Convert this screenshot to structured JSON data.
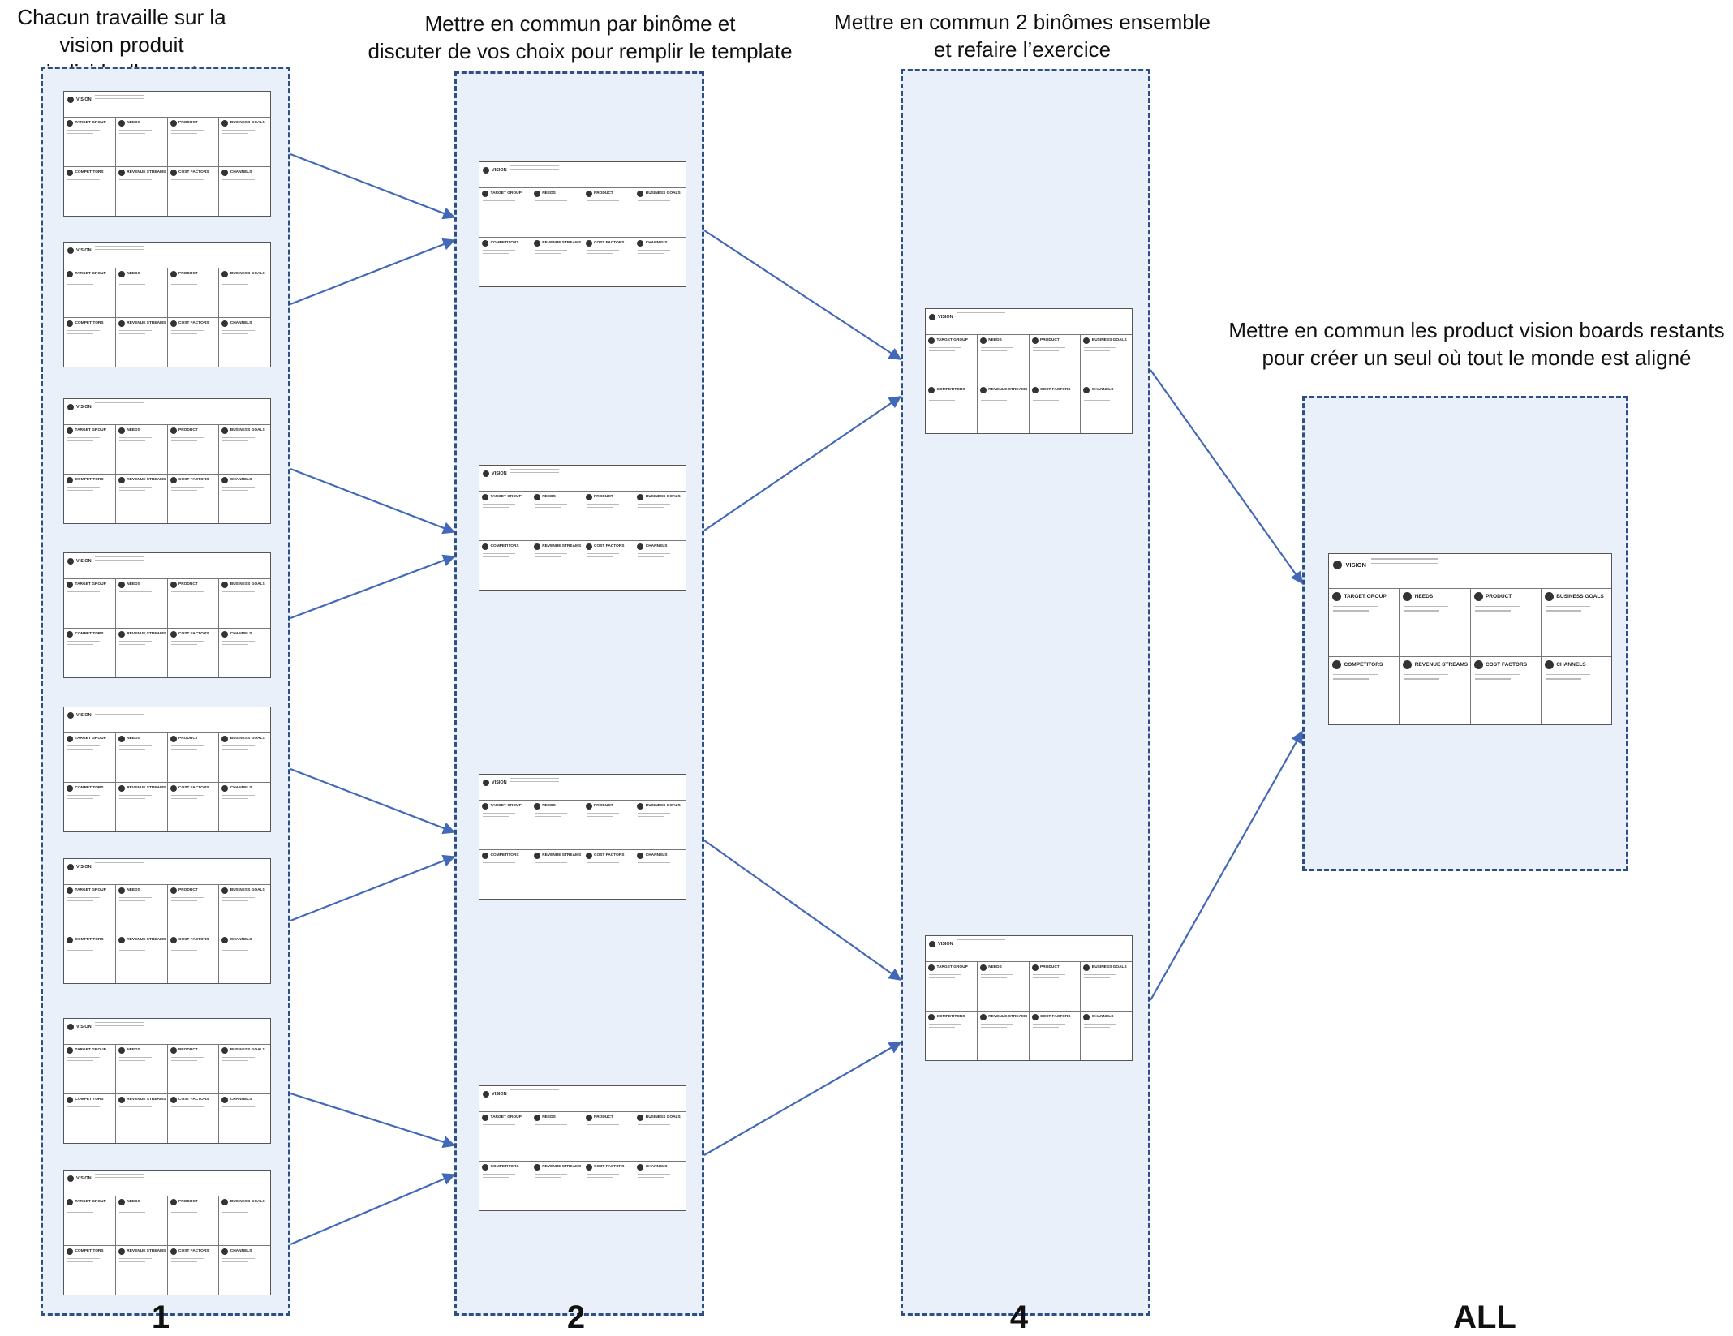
{
  "headings": {
    "col1": "Chacun travaille sur la\nvision produit individuellement",
    "col2": "Mettre en commun par binôme et\ndiscuter de vos choix pour remplir le template",
    "col3": "Mettre en commun 2 binômes ensemble\net refaire l’exercice",
    "col4": "Mettre en commun les product vision boards restants\npour créer un seul où tout le monde est aligné"
  },
  "column_numbers": {
    "col1": "1",
    "col2": "2",
    "col3": "4",
    "col4": "ALL"
  },
  "board": {
    "vision": "VISION",
    "target_group": "TARGET GROUP",
    "needs": "NEEDS",
    "product": "PRODUCT",
    "business_goals": "BUSINESS GOALS",
    "competitors": "COMPETITORS",
    "revenue_streams": "REVENUE STREAMS",
    "cost_factors": "COST FACTORS",
    "channels": "CHANNELS"
  },
  "counts": {
    "col1": 8,
    "col2": 4,
    "col3": 2,
    "col4": 1
  },
  "colors": {
    "column_fill": "#eaf0fa",
    "column_border": "#2d4f86",
    "arrow": "#4268b8"
  }
}
